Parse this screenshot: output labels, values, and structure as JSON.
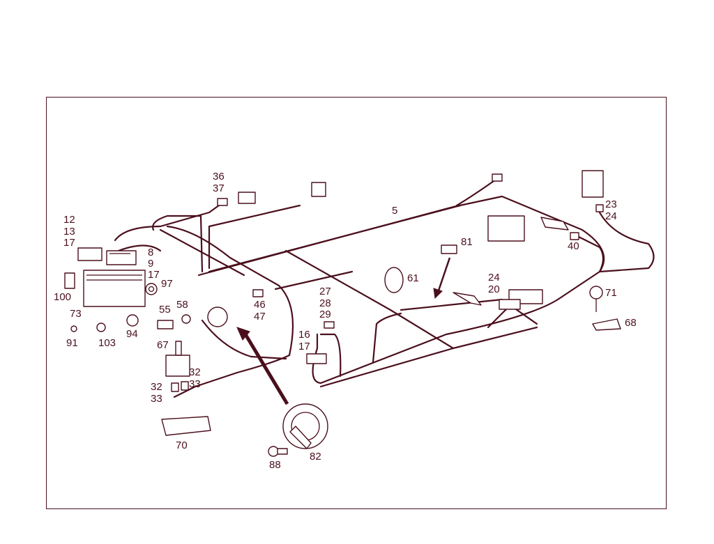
{
  "diagram": {
    "stroke_color": "#4a0f1c",
    "background": "#ffffff",
    "callouts": {
      "c5": "5",
      "c36_37": [
        "36",
        "37"
      ],
      "c12_13_17": [
        "12",
        "13",
        "17"
      ],
      "c8": "8",
      "c9": "9",
      "c17b": "17",
      "c97": "97",
      "c100": "100",
      "c73": "73",
      "c55": "55",
      "c58": "58",
      "c94": "94",
      "c91": "91",
      "c103": "103",
      "c67": "67",
      "c32_33a": [
        "32",
        "33"
      ],
      "c32_33b": [
        "32",
        "33"
      ],
      "c70": "70",
      "c46_47": [
        "46",
        "47"
      ],
      "c27_28_29": [
        "27",
        "28",
        "29"
      ],
      "c16_17": [
        "16",
        "17"
      ],
      "c61": "61",
      "c81": "81",
      "c24_20": [
        "24",
        "20"
      ],
      "c82": "82",
      "c88": "88",
      "c23_24": [
        "23",
        "24"
      ],
      "c40": "40",
      "c71": "71",
      "c68": "68"
    }
  }
}
